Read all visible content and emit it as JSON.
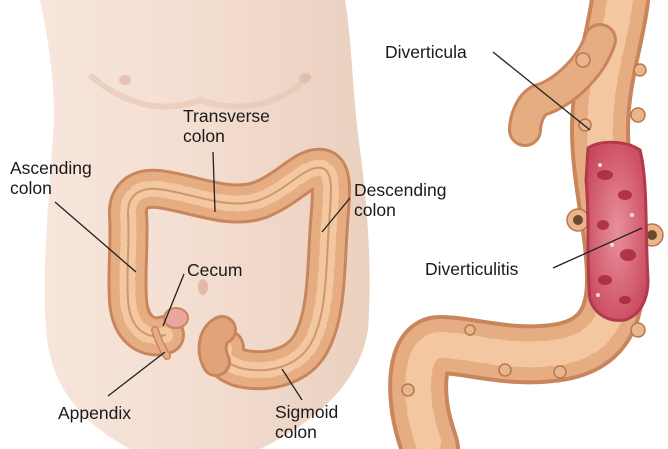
{
  "labels": {
    "ascending_colon": "Ascending\ncolon",
    "transverse_colon": "Transverse\ncolon",
    "descending_colon": "Descending\ncolon",
    "cecum": "Cecum",
    "appendix": "Appendix",
    "sigmoid_colon": "Sigmoid\ncolon",
    "diverticula": "Diverticula",
    "diverticulitis": "Diverticulitis"
  },
  "colors": {
    "skin": "#f3ddd0",
    "skin_shadow": "#e8c6b3",
    "colon": "#e6ad83",
    "colon_dark": "#c9865c",
    "colon_light": "#f4cba5",
    "inflamed": "#d9687a",
    "inflamed_dark": "#b23a4c",
    "leader": "#222222"
  }
}
